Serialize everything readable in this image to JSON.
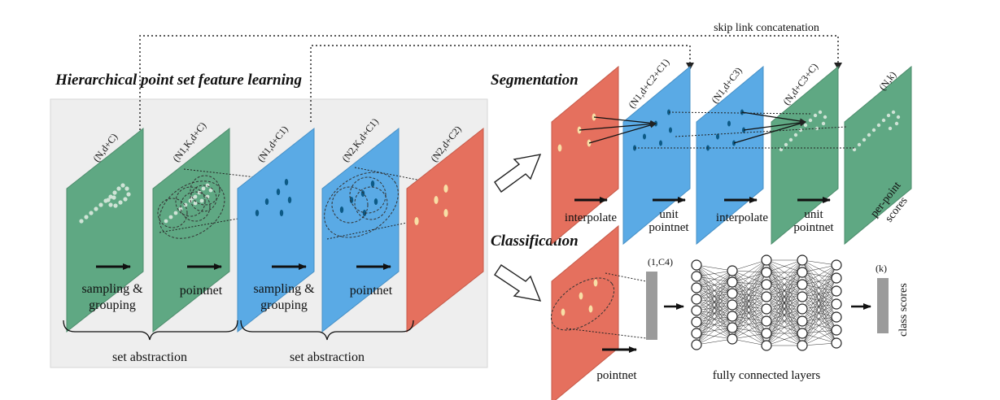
{
  "title_left": "Hierarchical point set feature learning",
  "title_seg": "Segmentation",
  "title_cls": "Classification",
  "skip_link": "skip link concatenation",
  "layers": {
    "l1": "(N,d+C)",
    "l2": "(N1,K,d+C)",
    "l3": "(N1,d+C1)",
    "l4": "(N2,K,d+C1)",
    "l5": "(N2,d+C2)",
    "s2": "(N1,d+C2+C1)",
    "s3": "(N1,d+C3)",
    "s4": "(N,d+C3+C)",
    "s5": "(N,k)",
    "c1": "(1,C4)",
    "c2": "(k)"
  },
  "steps": {
    "sampling": "sampling &",
    "grouping": "grouping",
    "pointnet": "pointnet",
    "set_abstraction": "set abstraction",
    "interpolate": "interpolate",
    "unit": "unit",
    "per_point": "per-point",
    "scores": "scores",
    "fully_connected": "fully connected layers",
    "class_scores": "class scores"
  },
  "colors": {
    "green": "#5fa883",
    "blue": "#5aaae5",
    "red": "#e5705e",
    "panel": "#eeeeee",
    "gray_bar": "#9b9b9b"
  }
}
